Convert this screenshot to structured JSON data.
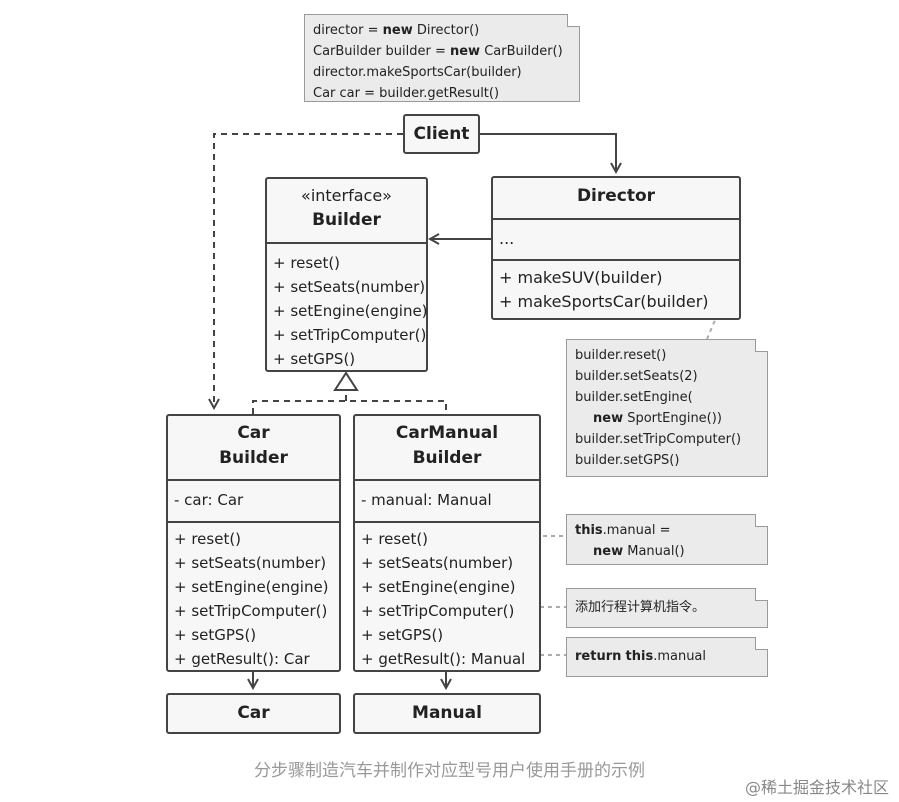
{
  "client": {
    "label": "Client"
  },
  "director": {
    "name": "Director",
    "field": "...",
    "methods": [
      "+ makeSUV(builder)",
      "+ makeSportsCar(builder)"
    ]
  },
  "builder": {
    "stereotype": "«interface»",
    "name": "Builder",
    "methods": [
      "+ reset()",
      "+ setSeats(number)",
      "+ setEngine(engine)",
      "+ setTripComputer()",
      "+ setGPS()"
    ]
  },
  "car_builder": {
    "name_line1": "Car",
    "name_line2": "Builder",
    "field": "- car: Car",
    "methods": [
      "+ reset()",
      "+ setSeats(number)",
      "+ setEngine(engine)",
      "+ setTripComputer()",
      "+ setGPS()",
      "+ getResult(): Car"
    ]
  },
  "car_manual_builder": {
    "name_line1": "CarManual",
    "name_line2": "Builder",
    "field": "- manual: Manual",
    "methods": [
      "+ reset()",
      "+ setSeats(number)",
      "+ setEngine(engine)",
      "+ setTripComputer()",
      "+ setGPS()",
      "+ getResult(): Manual"
    ]
  },
  "car": {
    "label": "Car"
  },
  "manual": {
    "label": "Manual"
  },
  "notes": {
    "client": {
      "line1_pre": "director = ",
      "line1_kw": "new",
      "line1_post": " Director()",
      "line2_pre": "CarBuilder builder = ",
      "line2_kw": "new",
      "line2_post": " CarBuilder()",
      "line3": "director.makeSportsCar(builder)",
      "line4": "Car car = builder.getResult()"
    },
    "make_sports_car": {
      "line1": "builder.reset()",
      "line2": "builder.setSeats(2)",
      "line3": "builder.setEngine(",
      "line4_kw": "new",
      "line4_post": " SportEngine())",
      "line5": "builder.setTripComputer()",
      "line6": "builder.setGPS()"
    },
    "reset": {
      "line1_kw": "this",
      "line1_post": ".manual =",
      "line2_kw": "new",
      "line2_post": " Manual()"
    },
    "trip_computer": {
      "text": "添加行程计算机指令。"
    },
    "get_result": {
      "kw1": "return",
      "kw2": "this",
      "post": ".manual"
    }
  },
  "caption": "分步骤制造汽车并制作对应型号用户使用手册的示例",
  "watermark": "@稀土掘金技术社区"
}
